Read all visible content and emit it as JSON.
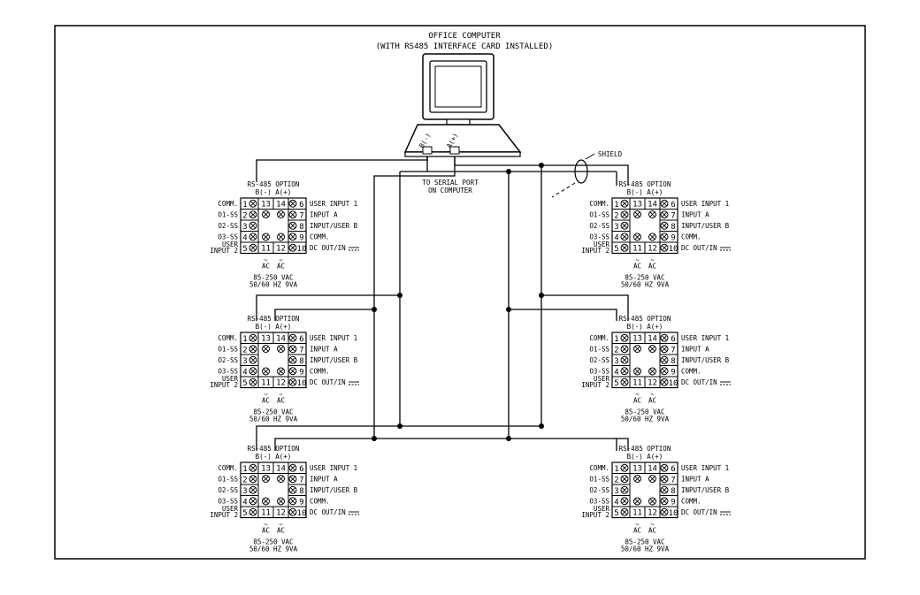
{
  "title": {
    "line1": "OFFICE COMPUTER",
    "line2": "(WITH RS485 INTERFACE CARD INSTALLED)"
  },
  "computer": {
    "terminal_b": "B(-)",
    "terminal_a": "A(+)",
    "serial_port_line1": "TO SERIAL PORT",
    "serial_port_line2": "ON COMPUTER"
  },
  "shield_label": "SHIELD",
  "unit": {
    "option_line1": "RS-485 OPTION",
    "option_line2": "B(-) A(+)",
    "left_labels": [
      "COMM.",
      "O1-SS",
      "O2-SS",
      "O3-SS",
      "USER",
      "INPUT 2"
    ],
    "right_labels": [
      "USER INPUT 1",
      "INPUT A",
      "INPUT/USER B",
      "COMM.",
      "DC OUT/IN"
    ],
    "left_terminals": [
      "1",
      "2",
      "3",
      "4",
      "5"
    ],
    "right_terminals": [
      "6",
      "7",
      "8",
      "9",
      "10"
    ],
    "top_terminals": [
      "13",
      "14"
    ],
    "bottom_terminals": [
      "11",
      "12"
    ],
    "ac_label": "AC",
    "tilde": "~",
    "supply_line1": "85-250 VAC",
    "supply_line2": "50/60 HZ 9VA"
  },
  "units": [
    {
      "id": "unit-top-left"
    },
    {
      "id": "unit-mid-left"
    },
    {
      "id": "unit-bot-left"
    },
    {
      "id": "unit-top-right"
    },
    {
      "id": "unit-mid-right"
    },
    {
      "id": "unit-bot-right"
    }
  ]
}
